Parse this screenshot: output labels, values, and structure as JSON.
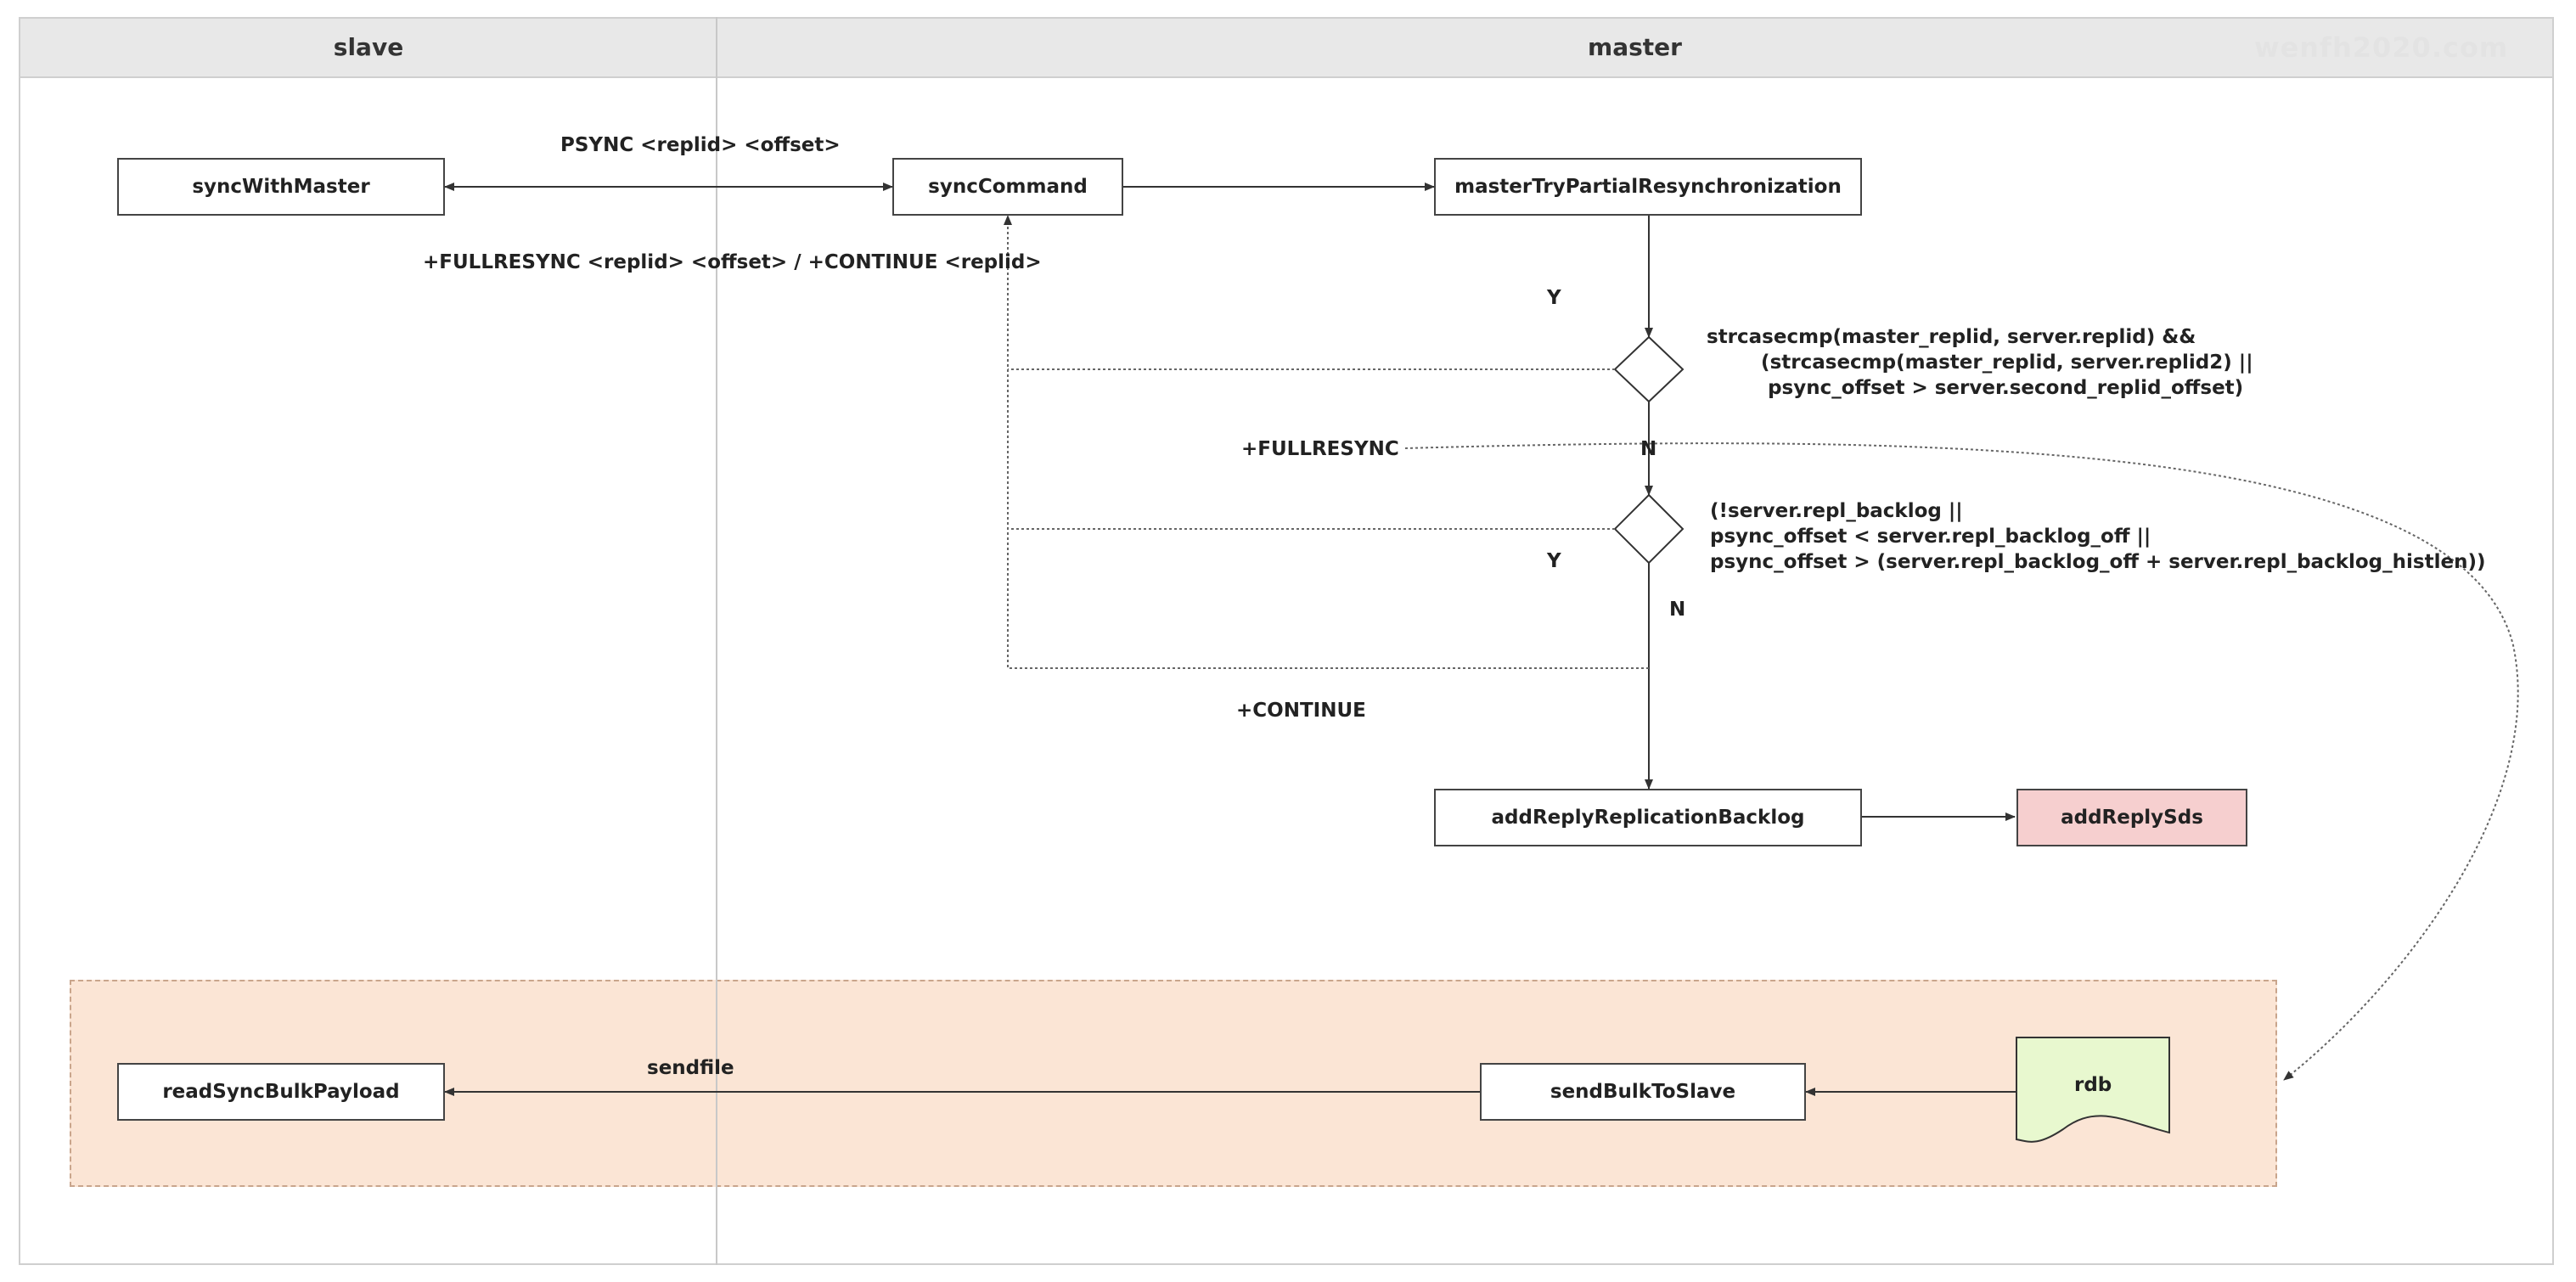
{
  "lanes": {
    "slave": "slave",
    "master": "master"
  },
  "watermark": "wenfh2020.com",
  "nodes": {
    "syncWithMaster": "syncWithMaster",
    "syncCommand": "syncCommand",
    "masterTryPartialResynchronization": "masterTryPartialResynchronization",
    "addReplyReplicationBacklog": "addReplyReplicationBacklog",
    "addReplySds": "addReplySds",
    "readSyncBulkPayload": "readSyncBulkPayload",
    "sendBulkToSlave": "sendBulkToSlave",
    "rdb": "rdb"
  },
  "labels": {
    "psync": "PSYNC <replid> <offset>",
    "reply": "+FULLRESYNC <replid> <offset>  /  +CONTINUE <replid>",
    "y1": "Y",
    "n1": "N",
    "y2": "Y",
    "n2": "N",
    "fullresync": "+FULLRESYNC",
    "continue": "+CONTINUE",
    "sendfile": "sendfile"
  },
  "conditions": {
    "c1": "strcasecmp(master_replid, server.replid) &&\n        (strcasecmp(master_replid, server.replid2) ||\n         psync_offset > server.second_replid_offset)",
    "c2": "(!server.repl_backlog ||\npsync_offset < server.repl_backlog_off ||\npsync_offset > (server.repl_backlog_off + server.repl_backlog_histlen))"
  },
  "colors": {
    "group_fill": "#fbe5d5",
    "pink": "#f6cfcf",
    "doc_fill": "#e8f8cf"
  }
}
